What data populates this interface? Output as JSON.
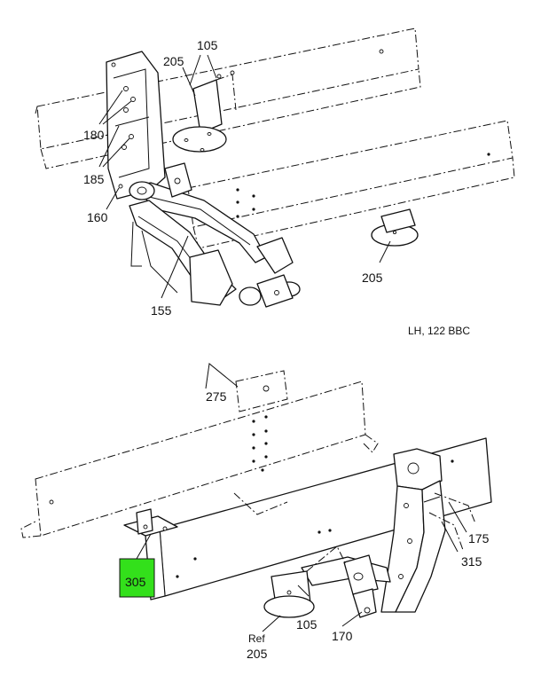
{
  "upper_view": {
    "callouts": {
      "c105": "105",
      "c205a": "205",
      "c180": "180",
      "c185": "185",
      "c160": "160",
      "c155": "155",
      "c205b": "205"
    },
    "caption": "LH, 122 BBC"
  },
  "lower_view": {
    "callouts": {
      "c275": "275",
      "c305": "305",
      "c175": "175",
      "c315": "315",
      "c105": "105",
      "c170": "170",
      "ref": "Ref",
      "c205": "205"
    }
  },
  "colors": {
    "highlight": "#33e01b",
    "line": "#111111",
    "background": "#ffffff"
  }
}
